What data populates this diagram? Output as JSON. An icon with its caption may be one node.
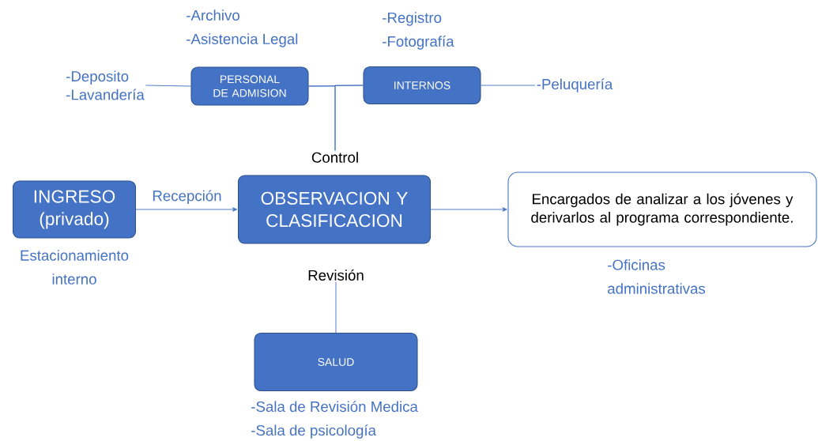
{
  "diagram": {
    "nodes": [
      {
        "text": [
          "-Deposito",
          "-Lavandería"
        ]
      },
      {
        "text": [
          "PERSONAL DE ADMISION"
        ],
        "beside": [
          "-Archivo",
          "-Asistencia Legal"
        ]
      },
      {
        "text": [
          "INTERNOS"
        ],
        "beside": [
          "-Registro",
          "-Fotografía"
        ]
      },
      {
        "text": [
          "-Peluquería"
        ]
      },
      {
        "text": [
          "Control"
        ]
      },
      {
        "text": [
          "INGRESO (privado)"
        ],
        "beside": [
          "Estacionamiento interno"
        ]
      },
      {
        "text": [
          "OBSERVACION Y CLASIFICACION"
        ]
      },
      {
        "text": [
          "Encargados de analizar a los jóvenes y derivarlos al programa correspondiente."
        ],
        "beside": [
          "-Oficinas",
          "administrativas"
        ]
      },
      {
        "text": [
          "Revisión"
        ]
      },
      {
        "text": [
          "SALUD"
        ],
        "beside": [
          "-Sala de Revisión Medica",
          "-Sala de psicología"
        ]
      }
    ],
    "edges": [
      {
        "from": 0,
        "to": 1,
        "arrow": "none"
      },
      {
        "from": 1,
        "to": 2,
        "arrow": "none"
      },
      {
        "from": 4,
        "to": 1,
        "arrow": "none"
      },
      {
        "from": 4,
        "to": 2,
        "arrow": "none"
      },
      {
        "from": 2,
        "to": 3,
        "arrow": "none"
      },
      {
        "from": 5,
        "to": 6,
        "arrow": "to",
        "label": "Recepción"
      },
      {
        "from": 6,
        "to": 7,
        "arrow": "to"
      },
      {
        "from": 8,
        "to": 9,
        "arrow": "none"
      }
    ]
  }
}
